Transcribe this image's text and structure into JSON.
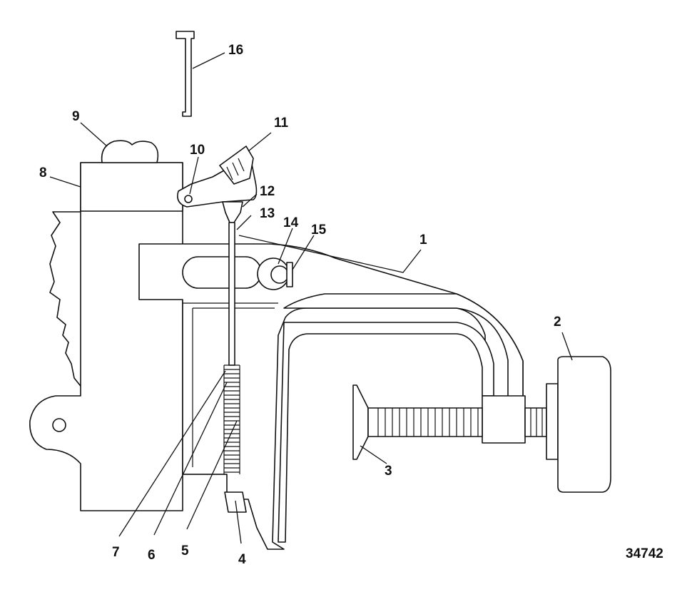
{
  "figure_number": "34742",
  "callouts": [
    {
      "id": "1",
      "label": "1"
    },
    {
      "id": "2",
      "label": "2"
    },
    {
      "id": "3",
      "label": "3"
    },
    {
      "id": "4",
      "label": "4"
    },
    {
      "id": "5",
      "label": "5"
    },
    {
      "id": "6",
      "label": "6"
    },
    {
      "id": "7",
      "label": "7"
    },
    {
      "id": "8",
      "label": "8"
    },
    {
      "id": "9",
      "label": "9"
    },
    {
      "id": "10",
      "label": "10"
    },
    {
      "id": "11",
      "label": "11"
    },
    {
      "id": "12",
      "label": "12"
    },
    {
      "id": "13",
      "label": "13"
    },
    {
      "id": "14",
      "label": "14"
    },
    {
      "id": "15",
      "label": "15"
    },
    {
      "id": "16",
      "label": "16"
    }
  ]
}
